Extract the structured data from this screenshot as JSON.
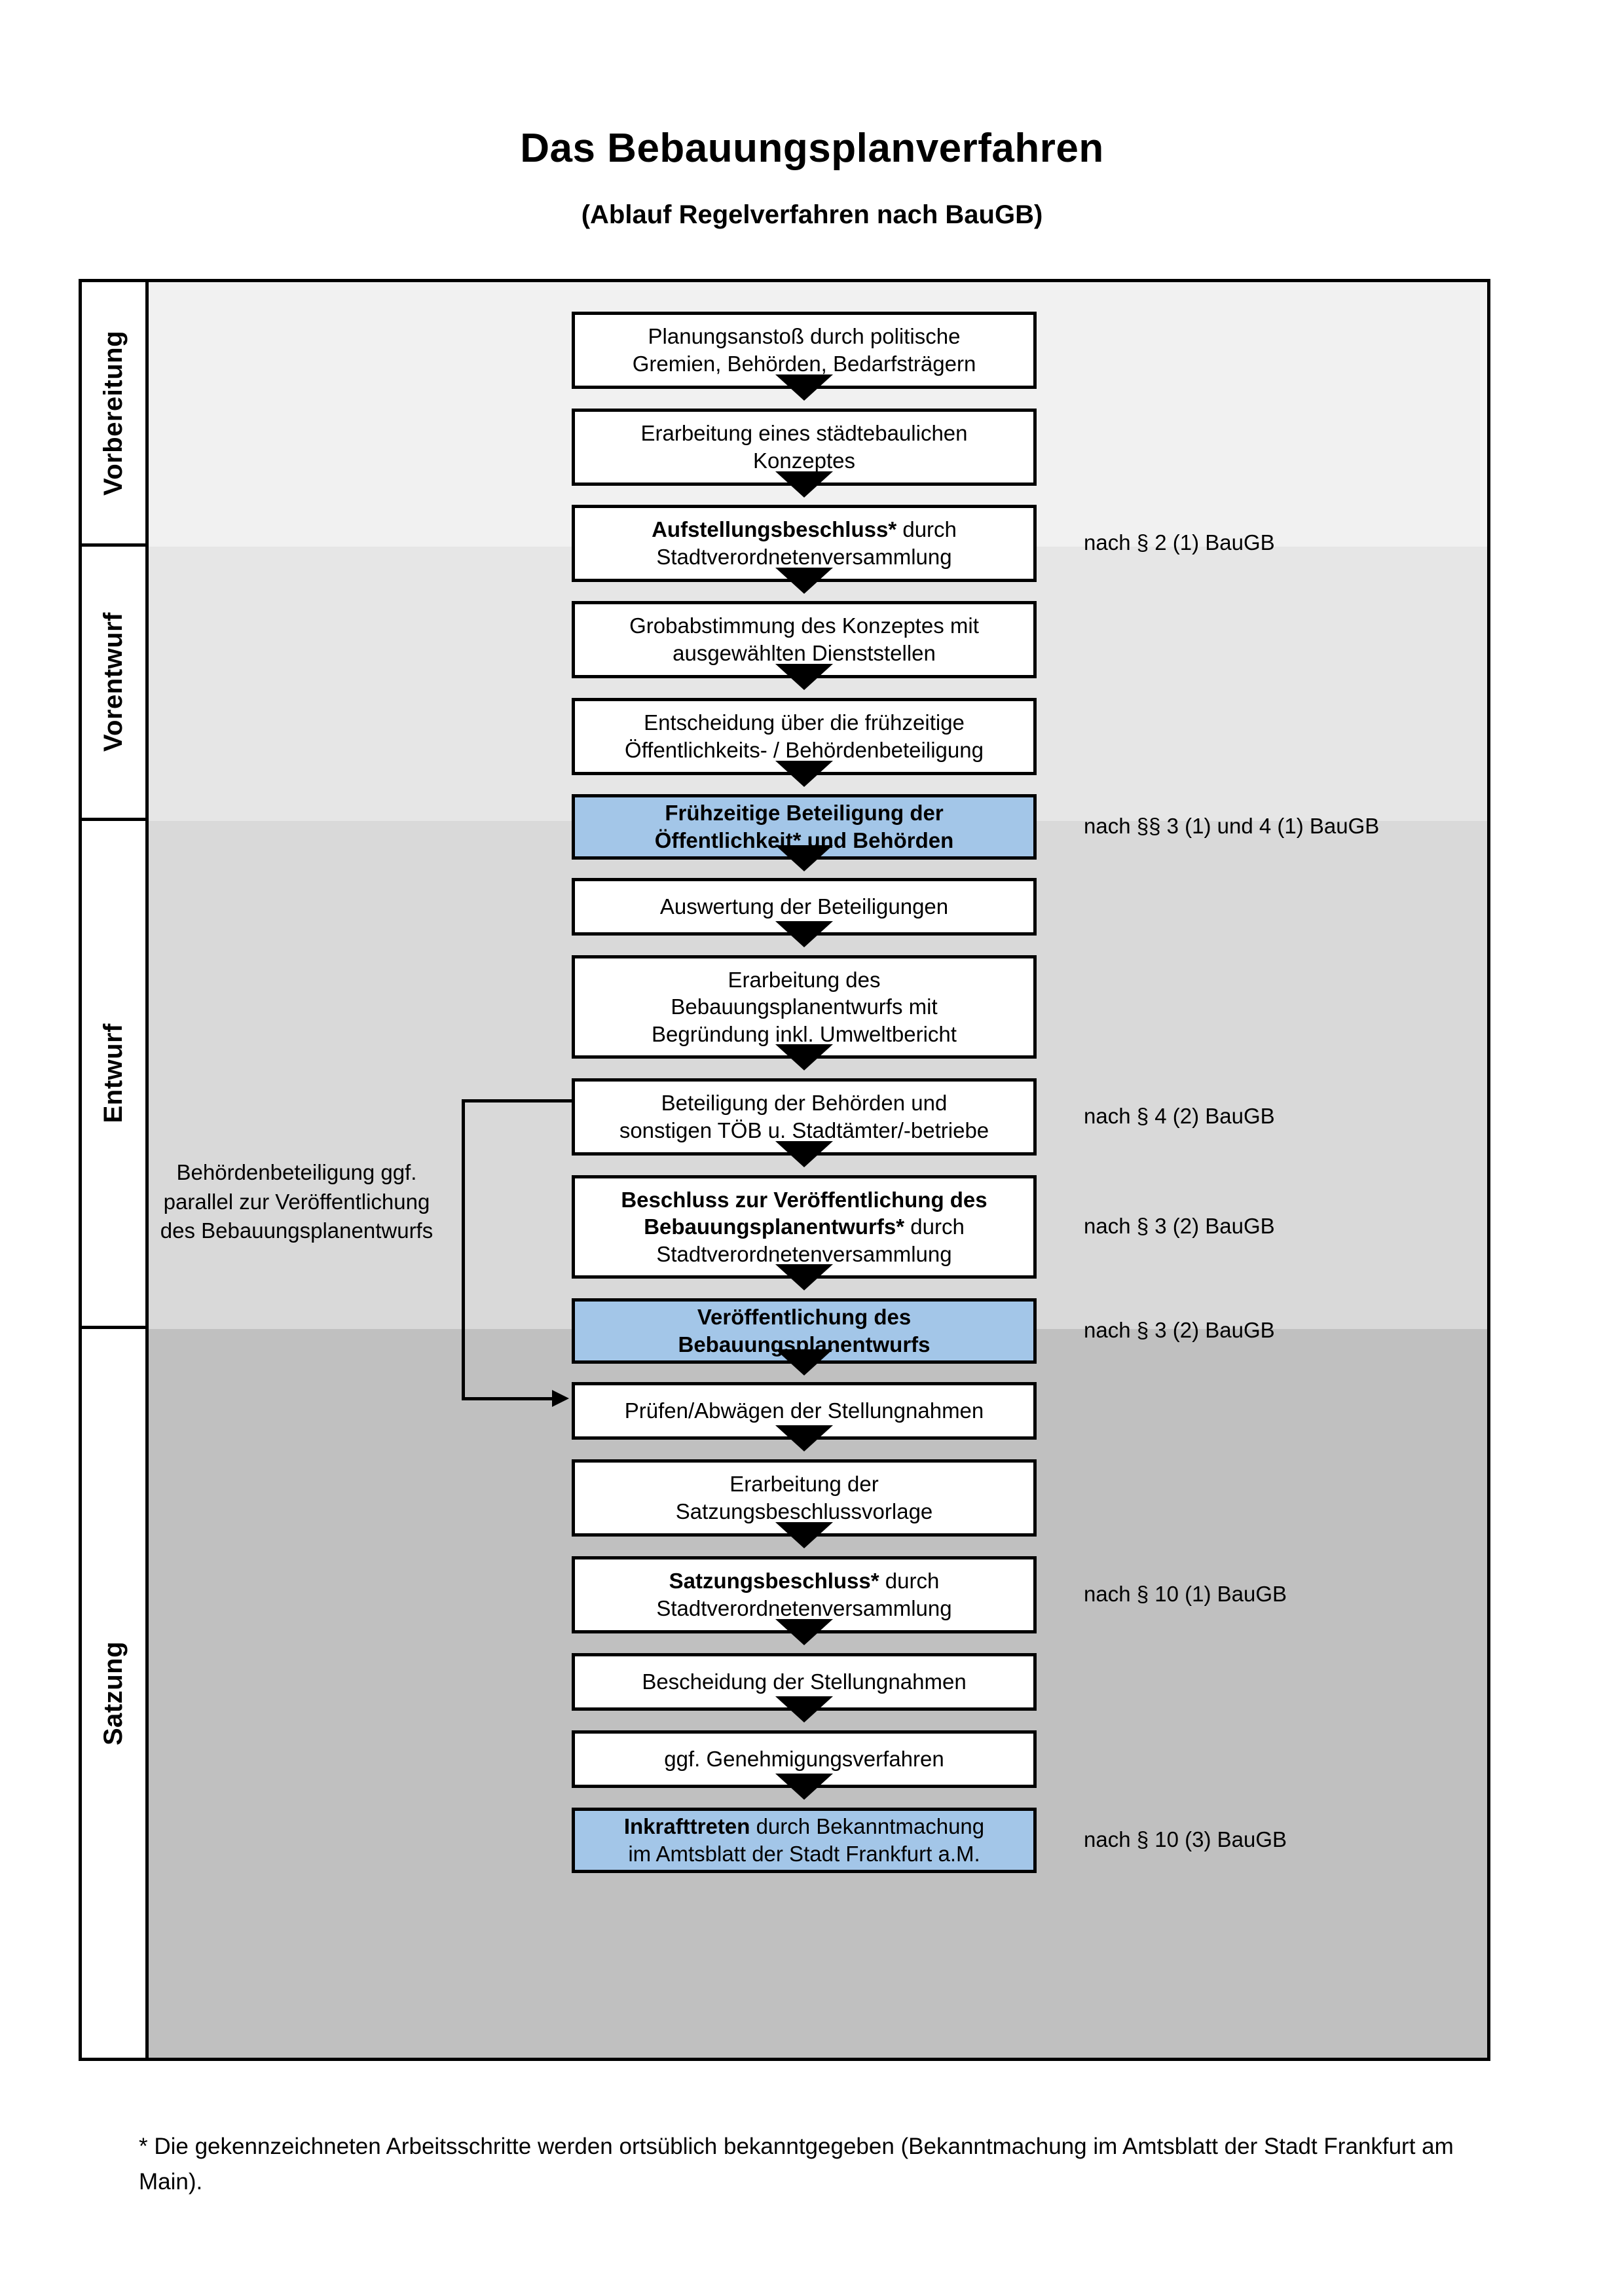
{
  "header": {
    "title": "Das Bebauungsplanverfahren",
    "subtitle": "(Ablauf Regelverfahren nach BauGB)"
  },
  "phases": [
    {
      "id": "vorbereitung",
      "label": "Vorbereitung",
      "band_color": "#f1f1f1"
    },
    {
      "id": "vorentwurf",
      "label": "Vorentwurf",
      "band_color": "#e6e6e6"
    },
    {
      "id": "entwurf",
      "label": "Entwurf",
      "band_color": "#d9d9d9"
    },
    {
      "id": "satzung",
      "label": "Satzung",
      "band_color": "#c0c0c0"
    }
  ],
  "nodes": [
    {
      "id": "n1",
      "phase": "vorbereitung",
      "highlight": false,
      "lines": [
        {
          "text": "Planungsanstoß durch politische",
          "bold": false
        },
        {
          "text": "Gremien, Behörden, Bedarfsträgern",
          "bold": false
        }
      ]
    },
    {
      "id": "n2",
      "phase": "vorbereitung",
      "highlight": false,
      "lines": [
        {
          "text": "Erarbeitung eines städtebaulichen",
          "bold": false
        },
        {
          "text": "Konzeptes",
          "bold": false
        }
      ]
    },
    {
      "id": "n3",
      "phase": "vorbereitung",
      "highlight": false,
      "lines": [
        {
          "text": "Aufstellungsbeschluss*",
          "bold": true,
          "suffix": " durch"
        },
        {
          "text": "Stadtverordnetenversammlung",
          "bold": false
        }
      ]
    },
    {
      "id": "n4",
      "phase": "vorentwurf",
      "highlight": false,
      "lines": [
        {
          "text": "Grobabstimmung des Konzeptes mit",
          "bold": false
        },
        {
          "text": "ausgewählten Dienststellen",
          "bold": false
        }
      ]
    },
    {
      "id": "n5",
      "phase": "vorentwurf",
      "highlight": false,
      "lines": [
        {
          "text": "Entscheidung über die frühzeitige",
          "bold": false
        },
        {
          "text": "Öffentlichkeits- / Behördenbeteiligung",
          "bold": false
        }
      ]
    },
    {
      "id": "n6",
      "phase": "vorentwurf",
      "highlight": true,
      "lines": [
        {
          "text": "Frühzeitige Beteiligung der",
          "bold": true
        },
        {
          "text": "Öffentlichkeit* und Behörden",
          "bold": true
        }
      ]
    },
    {
      "id": "n7",
      "phase": "entwurf",
      "highlight": false,
      "lines": [
        {
          "text": "Auswertung der Beteiligungen",
          "bold": false
        }
      ]
    },
    {
      "id": "n8",
      "phase": "entwurf",
      "highlight": false,
      "lines": [
        {
          "text": "Erarbeitung des",
          "bold": false
        },
        {
          "text": "Bebauungsplanentwurfs mit",
          "bold": false
        },
        {
          "text": "Begründung inkl. Umweltbericht",
          "bold": false
        }
      ]
    },
    {
      "id": "n9",
      "phase": "entwurf",
      "highlight": false,
      "lines": [
        {
          "text": "Beteiligung der Behörden und",
          "bold": false
        },
        {
          "text": "sonstigen TÖB u. Stadtämter/-betriebe",
          "bold": false
        }
      ]
    },
    {
      "id": "n10",
      "phase": "entwurf",
      "highlight": false,
      "lines": [
        {
          "text": "Beschluss zur Veröffentlichung des",
          "bold": true
        },
        {
          "text": "Bebauungsplanentwurfs*",
          "bold": true,
          "suffix": " durch"
        },
        {
          "text": "Stadtverordnetenversammlung",
          "bold": false
        }
      ]
    },
    {
      "id": "n11",
      "phase": "entwurf",
      "highlight": true,
      "lines": [
        {
          "text": "Veröffentlichung des",
          "bold": true
        },
        {
          "text": "Bebauungsplanentwurfs",
          "bold": true
        }
      ]
    },
    {
      "id": "n12",
      "phase": "satzung",
      "highlight": false,
      "lines": [
        {
          "text": "Prüfen/Abwägen der Stellungnahmen",
          "bold": false
        }
      ]
    },
    {
      "id": "n13",
      "phase": "satzung",
      "highlight": false,
      "lines": [
        {
          "text": "Erarbeitung der",
          "bold": false
        },
        {
          "text": "Satzungsbeschlussvorlage",
          "bold": false
        }
      ]
    },
    {
      "id": "n14",
      "phase": "satzung",
      "highlight": false,
      "lines": [
        {
          "text": "Satzungsbeschluss*",
          "bold": true,
          "suffix": " durch"
        },
        {
          "text": "Stadtverordnetenversammlung",
          "bold": false
        }
      ]
    },
    {
      "id": "n15",
      "phase": "satzung",
      "highlight": false,
      "lines": [
        {
          "text": "Bescheidung der Stellungnahmen",
          "bold": false
        }
      ]
    },
    {
      "id": "n16",
      "phase": "satzung",
      "highlight": false,
      "lines": [
        {
          "text": "ggf. Genehmigungsverfahren",
          "bold": false
        }
      ]
    },
    {
      "id": "n17",
      "phase": "satzung",
      "highlight": true,
      "lines": [
        {
          "text": "Inkrafttreten",
          "bold": true,
          "suffix": " durch Bekanntmachung"
        },
        {
          "text": "im Amtsblatt der Stadt Frankfurt a.M.",
          "bold": false
        }
      ]
    }
  ],
  "references": [
    {
      "id": "r1",
      "text": "nach § 2 (1) BauGB",
      "for_node": "n3"
    },
    {
      "id": "r2",
      "text": "nach §§ 3 (1) und 4 (1) BauGB",
      "for_node": "n6"
    },
    {
      "id": "r3",
      "text": "nach § 4 (2) BauGB",
      "for_node": "n9"
    },
    {
      "id": "r4",
      "text": "nach § 3 (2) BauGB",
      "for_node": "n10"
    },
    {
      "id": "r5",
      "text": "nach § 3 (2) BauGB",
      "for_node": "n11"
    },
    {
      "id": "r6",
      "text": "nach § 10 (1) BauGB",
      "for_node": "n14"
    },
    {
      "id": "r7",
      "text": "nach § 10 (3) BauGB",
      "for_node": "n17"
    }
  ],
  "side_note": "Behördenbeteiligung ggf. parallel zur Veröffentlichung des Bebauungsplanentwurfs",
  "footnote": "* Die gekennzeichneten Arbeitsschritte werden ortsüblich bekanntgegeben (Bekanntmachung im Amtsblatt  der Stadt Frankfurt am Main).",
  "colors": {
    "highlight_blue": "#a3c6e8",
    "border_black": "#000000",
    "box_white": "#ffffff"
  }
}
